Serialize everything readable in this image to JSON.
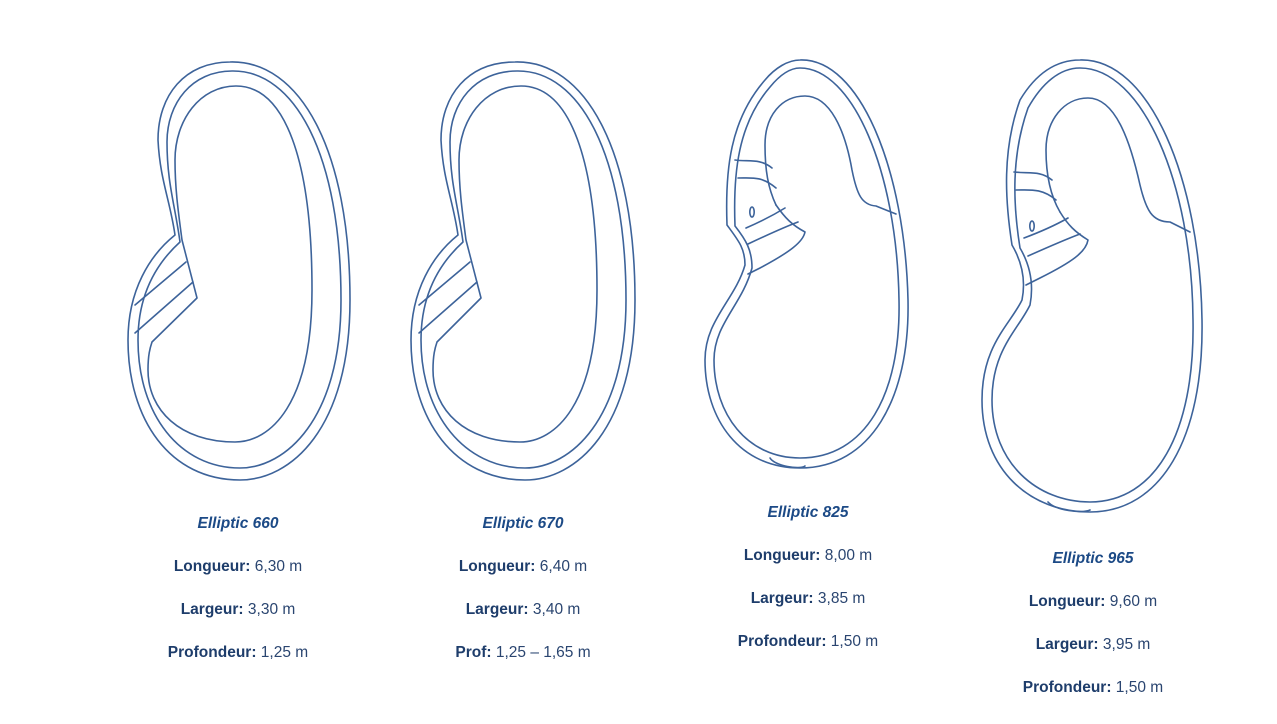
{
  "models": [
    {
      "name": "Elliptic 660",
      "rows": [
        {
          "label": "Longueur:",
          "value": "6,30 m"
        },
        {
          "label": "Largeur:",
          "value": "3,30 m"
        },
        {
          "label": "Profondeur:",
          "value": "1,25 m"
        }
      ]
    },
    {
      "name": "Elliptic 670",
      "rows": [
        {
          "label": "Longueur:",
          "value": "6,40 m"
        },
        {
          "label": "Largeur:",
          "value": "3,40 m"
        },
        {
          "label": "Prof:",
          "value": "1,25 – 1,65 m"
        }
      ]
    },
    {
      "name": "Elliptic 825",
      "rows": [
        {
          "label": "Longueur:",
          "value": "8,00 m"
        },
        {
          "label": "Largeur:",
          "value": "3,85 m"
        },
        {
          "label": "Profondeur:",
          "value": "1,50 m"
        }
      ]
    },
    {
      "name": "Elliptic 965",
      "rows": [
        {
          "label": "Longueur:",
          "value": "9,60 m"
        },
        {
          "label": "Largeur:",
          "value": "3,95 m"
        },
        {
          "label": "Profondeur:",
          "value": "1,50 m"
        }
      ]
    }
  ],
  "icons": {
    "pool_660": "kidney-pool-outline-icon",
    "pool_670": "kidney-pool-outline-icon",
    "pool_825": "freeform-pool-outline-icon",
    "pool_965": "freeform-pool-outline-icon"
  },
  "colors": {
    "outline": "#3d639a",
    "title": "#1c4a86",
    "text": "#2a4570"
  }
}
